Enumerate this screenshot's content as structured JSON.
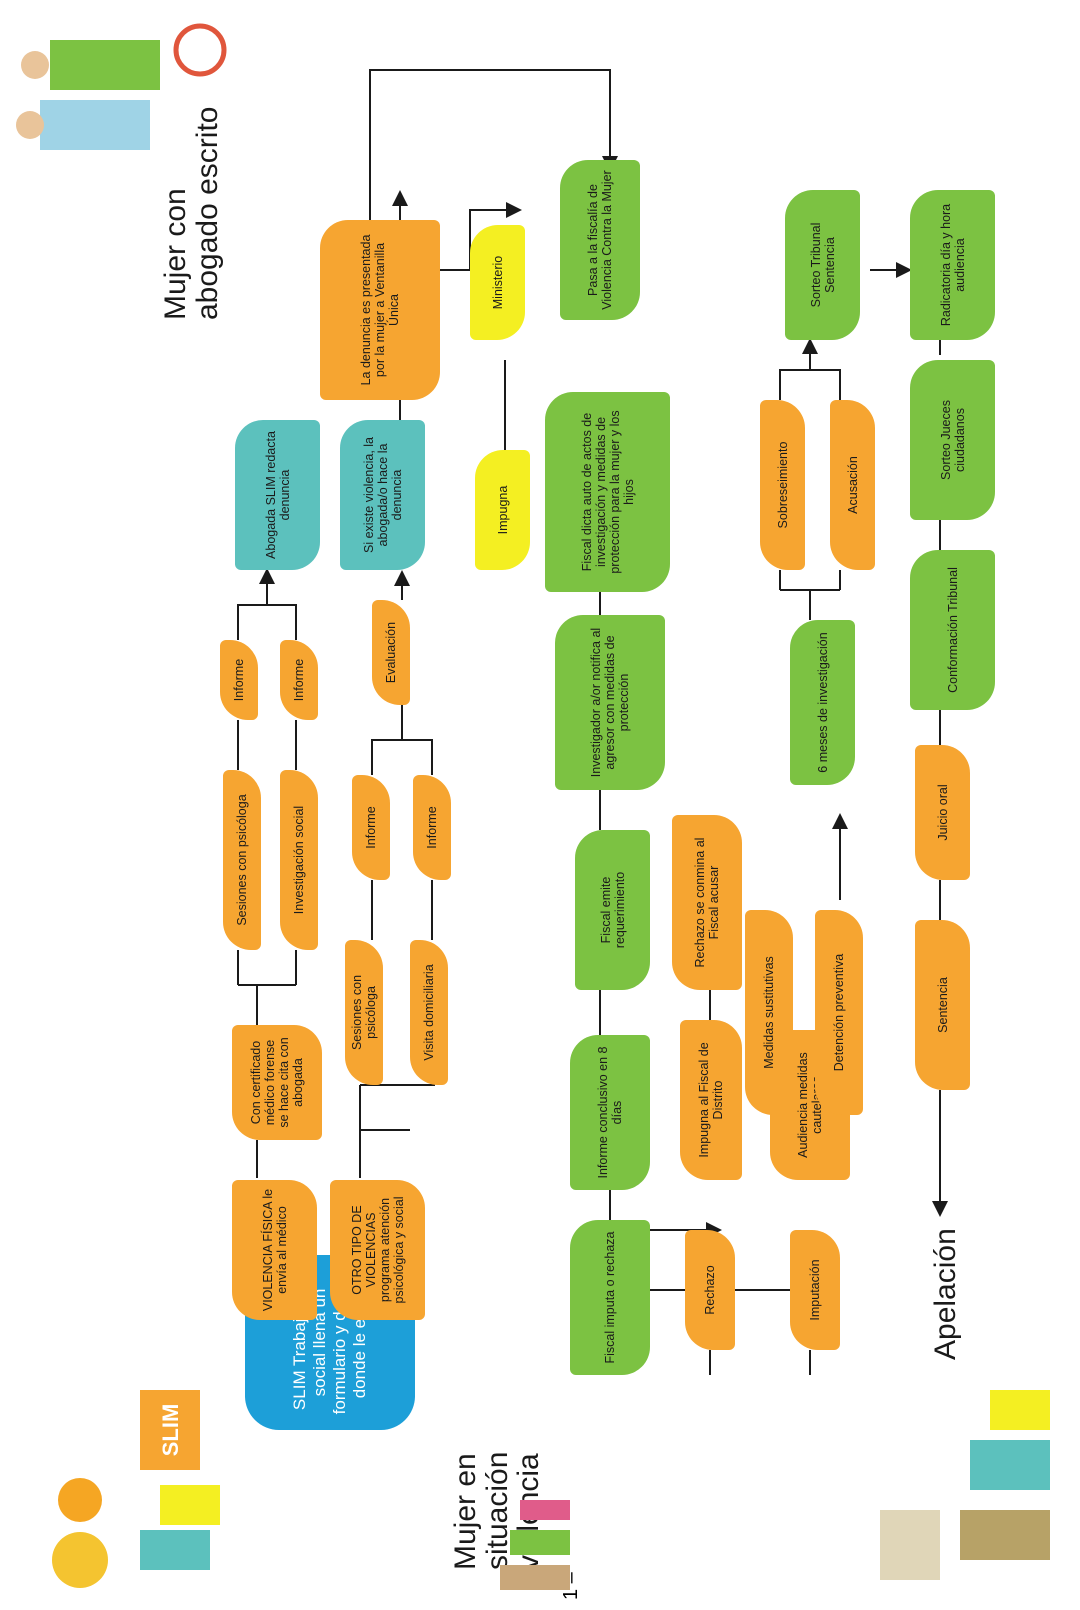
{
  "titles": {
    "lawyer": "Mujer con abogado escrito",
    "victim": "Mujer en situación violencia",
    "appeal": "Apelación",
    "page_number": "1 –"
  },
  "slim_logo": "SLIM",
  "nodes": {
    "slim": "SLIM Trabajadora social llena un formulario y decide donde le envía",
    "fisica": "VIOLENCIA FÍSICA le envía al médico",
    "otro": "OTRO TIPO DE VIOLENCIAS programa atención psicológica y social",
    "certificado": "Con certificado médico forense se hace cita con abogada",
    "sesiones1": "Sesiones con psicóloga",
    "investigacion": "Investigación social",
    "informe1": "Informe",
    "informe2": "Informe",
    "abogada": "Abogada SLIM redacta denuncia",
    "sesiones2": "Sesiones con psicóloga",
    "visita": "Visita domiciliaria",
    "informe3": "Informe",
    "informe4": "Informe",
    "evaluacion": "Evaluación",
    "siexiste": "Si existe violencia, la abogada/o hace la denuncia",
    "denuncia": "La denuncia es presentada por la mujer a Ventanilla Única",
    "ministerio": "Ministerio",
    "impugna": "Impugna",
    "pasa": "Pasa a la fiscalía de Violencia Contra la Mujer",
    "fiscalauto": "Fiscal dicta auto de actos de investigación y medidas de protección para la mujer y los hijos",
    "investigador": "Investigador a/or notifica al agresor con medidas de protección",
    "fiscalreq": "Fiscal emite requerimiento",
    "infconcl": "Informe conclusivo en 8 días",
    "fiscalimputa": "Fiscal imputa o rechaza",
    "rechazo": "Rechazo",
    "impugnafiscal": "Impugna al Fiscal de Distrito",
    "conmina": "Rechazo se conmina al Fiscal acusar",
    "imputacion": "Imputación",
    "audiencia": "Audiencia medidas cautelares",
    "sustitutivas": "Medidas sustitutivas",
    "detencion": "Detención preventiva",
    "seismeses": "6 meses de investigación",
    "sobreseimiento": "Sobreseimiento",
    "acusacion": "Acusación",
    "sorteotribunal": "Sorteo Tribunal Sentencia",
    "radicatoria": "Radicatoria día y hora audiencia",
    "sorteojueces": "Sorteo Jueces ciudadanos",
    "conformacion": "Conformación Tribunal",
    "juicio": "Juicio oral",
    "sentencia": "Sentencia"
  },
  "colors": {
    "orange": "#f6a531",
    "green": "#7cc242",
    "teal": "#5cc1bd",
    "yellow": "#f4ef22",
    "blue": "#1d9fd8",
    "line": "#1a1a1a"
  }
}
